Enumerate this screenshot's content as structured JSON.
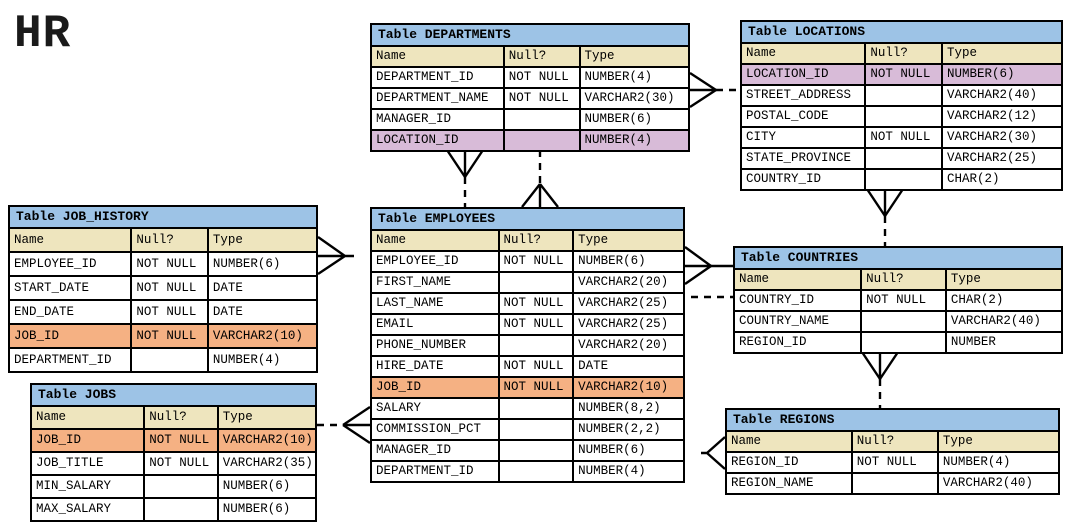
{
  "diagram": {
    "title": "HR",
    "tables": [
      {
        "id": "departments",
        "title": "Table DEPARTMENTS",
        "columns": [
          "Name",
          "Null?",
          "Type"
        ],
        "rows": [
          {
            "name": "DEPARTMENT_ID",
            "null": "NOT NULL",
            "type": "NUMBER(4)",
            "highlight": "none"
          },
          {
            "name": "DEPARTMENT_NAME",
            "null": "NOT NULL",
            "type": "VARCHAR2(30)",
            "highlight": "none"
          },
          {
            "name": "MANAGER_ID",
            "null": "",
            "type": "NUMBER(6)",
            "highlight": "none"
          },
          {
            "name": "LOCATION_ID",
            "null": "",
            "type": "NUMBER(4)",
            "highlight": "pink"
          }
        ]
      },
      {
        "id": "locations",
        "title": "Table LOCATIONS",
        "columns": [
          "Name",
          "Null?",
          "Type"
        ],
        "rows": [
          {
            "name": "LOCATION_ID",
            "null": "NOT NULL",
            "type": "NUMBER(6)",
            "highlight": "pink"
          },
          {
            "name": "STREET_ADDRESS",
            "null": "",
            "type": "VARCHAR2(40)",
            "highlight": "none"
          },
          {
            "name": "POSTAL_CODE",
            "null": "",
            "type": "VARCHAR2(12)",
            "highlight": "none"
          },
          {
            "name": "CITY",
            "null": "NOT NULL",
            "type": "VARCHAR2(30)",
            "highlight": "none"
          },
          {
            "name": "STATE_PROVINCE",
            "null": "",
            "type": "VARCHAR2(25)",
            "highlight": "none"
          },
          {
            "name": "COUNTRY_ID",
            "null": "",
            "type": "CHAR(2)",
            "highlight": "none"
          }
        ]
      },
      {
        "id": "job-history",
        "title": "Table JOB_HISTORY",
        "columns": [
          "Name",
          "Null?",
          "Type"
        ],
        "rows": [
          {
            "name": "EMPLOYEE_ID",
            "null": "NOT NULL",
            "type": "NUMBER(6)",
            "highlight": "none"
          },
          {
            "name": "START_DATE",
            "null": "NOT NULL",
            "type": "DATE",
            "highlight": "none"
          },
          {
            "name": "END_DATE",
            "null": "NOT NULL",
            "type": "DATE",
            "highlight": "none"
          },
          {
            "name": "JOB_ID",
            "null": "NOT NULL",
            "type": "VARCHAR2(10)",
            "highlight": "orange"
          },
          {
            "name": "DEPARTMENT_ID",
            "null": "",
            "type": "NUMBER(4)",
            "highlight": "none"
          }
        ]
      },
      {
        "id": "employees",
        "title": "Table EMPLOYEES",
        "columns": [
          "Name",
          "Null?",
          "Type"
        ],
        "rows": [
          {
            "name": "EMPLOYEE_ID",
            "null": "NOT NULL",
            "type": "NUMBER(6)",
            "highlight": "none"
          },
          {
            "name": "FIRST_NAME",
            "null": "",
            "type": "VARCHAR2(20)",
            "highlight": "none"
          },
          {
            "name": "LAST_NAME",
            "null": "NOT NULL",
            "type": "VARCHAR2(25)",
            "highlight": "none"
          },
          {
            "name": "EMAIL",
            "null": "NOT NULL",
            "type": "VARCHAR2(25)",
            "highlight": "none"
          },
          {
            "name": "PHONE_NUMBER",
            "null": "",
            "type": "VARCHAR2(20)",
            "highlight": "none"
          },
          {
            "name": "HIRE_DATE",
            "null": "NOT NULL",
            "type": "DATE",
            "highlight": "none"
          },
          {
            "name": "JOB_ID",
            "null": "NOT NULL",
            "type": "VARCHAR2(10)",
            "highlight": "orange"
          },
          {
            "name": "SALARY",
            "null": "",
            "type": "NUMBER(8,2)",
            "highlight": "none"
          },
          {
            "name": "COMMISSION_PCT",
            "null": "",
            "type": "NUMBER(2,2)",
            "highlight": "none"
          },
          {
            "name": "MANAGER_ID",
            "null": "",
            "type": "NUMBER(6)",
            "highlight": "none"
          },
          {
            "name": "DEPARTMENT_ID",
            "null": "",
            "type": "NUMBER(4)",
            "highlight": "none"
          }
        ]
      },
      {
        "id": "countries",
        "title": "Table COUNTRIES",
        "columns": [
          "Name",
          "Null?",
          "Type"
        ],
        "rows": [
          {
            "name": "COUNTRY_ID",
            "null": "NOT NULL",
            "type": "CHAR(2)",
            "highlight": "none"
          },
          {
            "name": "COUNTRY_NAME",
            "null": "",
            "type": "VARCHAR2(40)",
            "highlight": "none"
          },
          {
            "name": "REGION_ID",
            "null": "",
            "type": "NUMBER",
            "highlight": "none"
          }
        ]
      },
      {
        "id": "jobs",
        "title": "Table JOBS",
        "columns": [
          "Name",
          "Null?",
          "Type"
        ],
        "rows": [
          {
            "name": "JOB_ID",
            "null": "NOT NULL",
            "type": "VARCHAR2(10)",
            "highlight": "orange"
          },
          {
            "name": "JOB_TITLE",
            "null": "NOT NULL",
            "type": "VARCHAR2(35)",
            "highlight": "none"
          },
          {
            "name": "MIN_SALARY",
            "null": "",
            "type": "NUMBER(6)",
            "highlight": "none"
          },
          {
            "name": "MAX_SALARY",
            "null": "",
            "type": "NUMBER(6)",
            "highlight": "none"
          }
        ]
      },
      {
        "id": "regions",
        "title": "Table REGIONS",
        "columns": [
          "Name",
          "Null?",
          "Type"
        ],
        "rows": [
          {
            "name": "REGION_ID",
            "null": "NOT NULL",
            "type": "NUMBER(4)",
            "highlight": "none"
          },
          {
            "name": "REGION_NAME",
            "null": "",
            "type": "VARCHAR2(40)",
            "highlight": "none"
          }
        ]
      }
    ],
    "relationships": [
      {
        "from": "DEPARTMENTS",
        "to": "LOCATIONS",
        "many_end": "DEPARTMENTS",
        "style": "dashed"
      },
      {
        "from": "DEPARTMENTS",
        "to": "EMPLOYEES",
        "many_end": "DEPARTMENTS",
        "style": "dashed"
      },
      {
        "from": "EMPLOYEES",
        "to": "DEPARTMENTS",
        "many_end": "EMPLOYEES",
        "style": "dashed"
      },
      {
        "from": "JOB_HISTORY",
        "to": "EMPLOYEES",
        "many_end": "JOB_HISTORY",
        "style": "stub"
      },
      {
        "from": "EMPLOYEES",
        "to": "JOBS",
        "many_end": "EMPLOYEES",
        "style": "dashed"
      },
      {
        "from": "EMPLOYEES",
        "to": "EMPLOYEES",
        "many_end": "EMPLOYEES",
        "style": "self-loop dashed"
      },
      {
        "from": "LOCATIONS",
        "to": "COUNTRIES",
        "many_end": "LOCATIONS",
        "style": "dashed"
      },
      {
        "from": "COUNTRIES",
        "to": "REGIONS",
        "many_end": "COUNTRIES",
        "style": "dashed"
      },
      {
        "from": "REGIONS",
        "to": "",
        "many_end": "REGIONS",
        "style": "stub"
      }
    ]
  },
  "colors": {
    "background": "#FFFFFF",
    "table_title_bg": "#9DC3E6",
    "column_header_bg": "#EEE5BE",
    "pink_highlight": "#D8BBD8",
    "orange_highlight": "#F5B183",
    "border": "#000000"
  }
}
